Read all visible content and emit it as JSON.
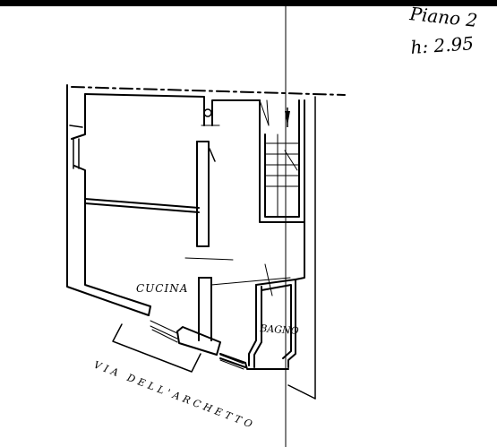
{
  "header": {
    "floor_label": "Piano 2",
    "height_label": "h: 2.95"
  },
  "rooms": {
    "kitchen": "CUCINA",
    "bathroom": "BAGNO"
  },
  "street": {
    "name": "VIA DELL'ARCHETTO"
  }
}
